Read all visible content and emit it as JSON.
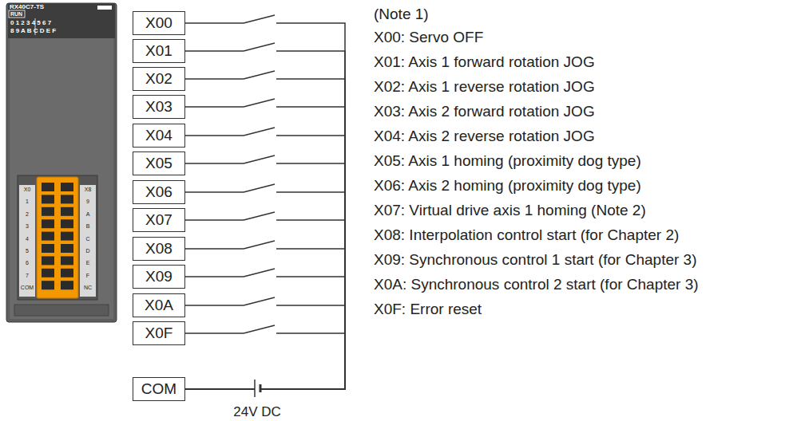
{
  "diagram": {
    "nodes": [
      {
        "text": [
          "X00"
        ]
      },
      {
        "text": [
          "X01"
        ]
      },
      {
        "text": [
          "X02"
        ]
      },
      {
        "text": [
          "X03"
        ]
      },
      {
        "text": [
          "X04"
        ]
      },
      {
        "text": [
          "X05"
        ]
      },
      {
        "text": [
          "X06"
        ]
      },
      {
        "text": [
          "X07"
        ]
      },
      {
        "text": [
          "X08"
        ]
      },
      {
        "text": [
          "X09"
        ]
      },
      {
        "text": [
          "X0A"
        ]
      },
      {
        "text": [
          "X0F"
        ]
      },
      {
        "text": [
          "COM"
        ]
      }
    ],
    "edges": [
      {
        "from": 0,
        "to": 12,
        "arrow": "none"
      },
      {
        "from": 1,
        "to": 12,
        "arrow": "none"
      },
      {
        "from": 2,
        "to": 12,
        "arrow": "none"
      },
      {
        "from": 3,
        "to": 12,
        "arrow": "none"
      },
      {
        "from": 4,
        "to": 12,
        "arrow": "none"
      },
      {
        "from": 5,
        "to": 12,
        "arrow": "none"
      },
      {
        "from": 6,
        "to": 12,
        "arrow": "none"
      },
      {
        "from": 7,
        "to": 12,
        "arrow": "none"
      },
      {
        "from": 8,
        "to": 12,
        "arrow": "none"
      },
      {
        "from": 9,
        "to": 12,
        "arrow": "none"
      },
      {
        "from": 10,
        "to": 12,
        "arrow": "none"
      },
      {
        "from": 11,
        "to": 12,
        "arrow": "none"
      }
    ],
    "labels": [
      "RX40C7-TS",
      "RUN",
      "0 1 2 3 4 5 6 7",
      "8 9 A B C D E F",
      "X0",
      "1",
      "2",
      "3",
      "4",
      "5",
      "6",
      "7",
      "COM",
      "X8",
      "9",
      "A",
      "B",
      "C",
      "D",
      "E",
      "F",
      "NC",
      "24V DC",
      "(Note 1)",
      "X00: Servo OFF",
      "X01: Axis 1 forward rotation JOG",
      "X02: Axis 1 reverse rotation JOG",
      "X03: Axis 2 forward rotation JOG",
      "X04: Axis 2 reverse rotation JOG",
      "X05: Axis 1 homing (proximity dog type)",
      "X06: Axis 2 homing (proximity dog type)",
      "X07: Virtual drive axis 1 homing (Note 2)",
      "X08: Interpolation control start (for Chapter 2)",
      "X09: Synchronous control 1 start (for Chapter 3)",
      "X0A: Synchronous control 2 start (for Chapter 3)",
      "X0F: Error reset"
    ]
  }
}
